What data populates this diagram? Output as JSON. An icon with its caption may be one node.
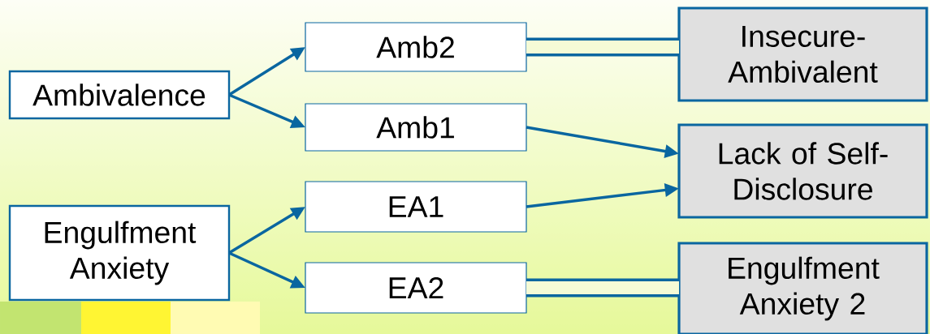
{
  "diagram": {
    "nodes": [
      {
        "text": [
          "Ambivalence"
        ]
      },
      {
        "text": [
          "Engulfment Anxiety"
        ]
      },
      {
        "text": [
          "Amb2"
        ]
      },
      {
        "text": [
          "Amb1"
        ]
      },
      {
        "text": [
          "EA1"
        ]
      },
      {
        "text": [
          "EA2"
        ]
      },
      {
        "text": [
          "Insecure-Ambivalent"
        ]
      },
      {
        "text": [
          "Lack of Self-Disclosure"
        ]
      },
      {
        "text": [
          "Engulfment Anxiety 2"
        ]
      }
    ],
    "edges": [
      {
        "from": 0,
        "to": 2,
        "arrow": "to"
      },
      {
        "from": 0,
        "to": 3,
        "arrow": "to"
      },
      {
        "from": 1,
        "to": 4,
        "arrow": "to"
      },
      {
        "from": 1,
        "to": 5,
        "arrow": "to"
      },
      {
        "from": 2,
        "to": 6,
        "arrow": "none",
        "style": "thick"
      },
      {
        "from": 3,
        "to": 7,
        "arrow": "to"
      },
      {
        "from": 4,
        "to": 7,
        "arrow": "to"
      },
      {
        "from": 5,
        "to": 8,
        "arrow": "none",
        "style": "thick"
      }
    ]
  }
}
